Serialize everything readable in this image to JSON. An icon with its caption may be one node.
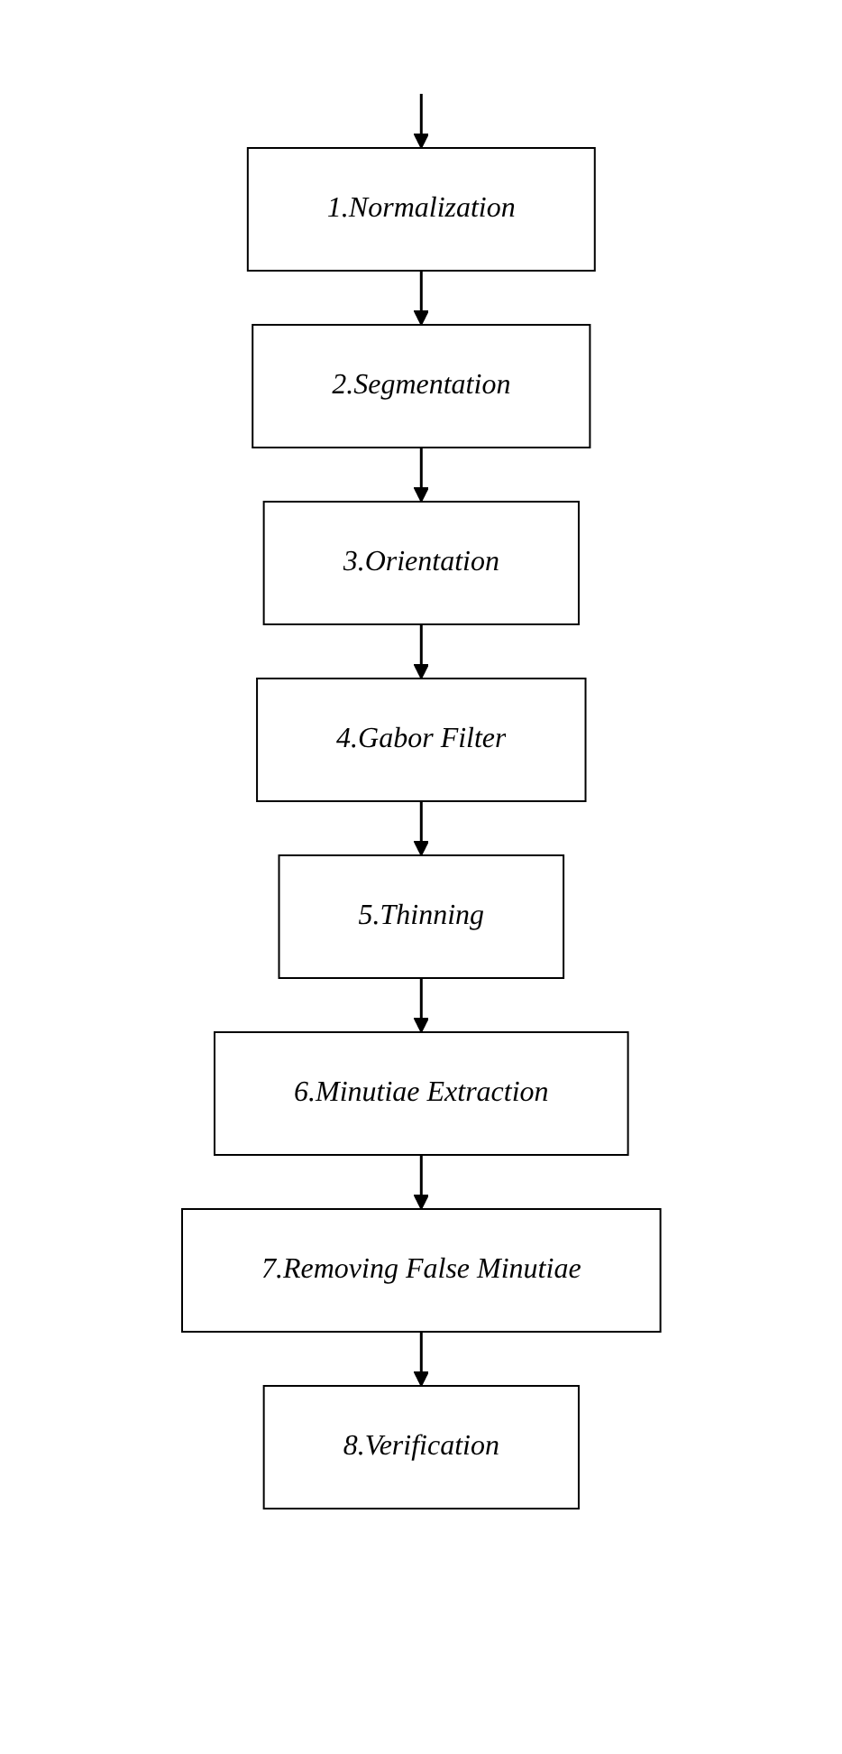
{
  "diagram": {
    "nodes": [
      {
        "text": [
          "1.Normalization"
        ]
      },
      {
        "text": [
          "2.Segmentation"
        ]
      },
      {
        "text": [
          "3.Orientation"
        ]
      },
      {
        "text": [
          "4.Gabor Filter"
        ]
      },
      {
        "text": [
          "5.Thinning"
        ]
      },
      {
        "text": [
          "6.Minutiae Extraction"
        ]
      },
      {
        "text": [
          "7.Removing False Minutiae"
        ]
      },
      {
        "text": [
          "8.Verification"
        ]
      }
    ],
    "edges": [
      {
        "from": null,
        "to": 0,
        "arrow": "to"
      },
      {
        "from": 0,
        "to": 1,
        "arrow": "to"
      },
      {
        "from": 1,
        "to": 2,
        "arrow": "to"
      },
      {
        "from": 2,
        "to": 3,
        "arrow": "to"
      },
      {
        "from": 3,
        "to": 4,
        "arrow": "to"
      },
      {
        "from": 4,
        "to": 5,
        "arrow": "to"
      },
      {
        "from": 5,
        "to": 6,
        "arrow": "to"
      },
      {
        "from": 6,
        "to": 7,
        "arrow": "to"
      }
    ]
  }
}
